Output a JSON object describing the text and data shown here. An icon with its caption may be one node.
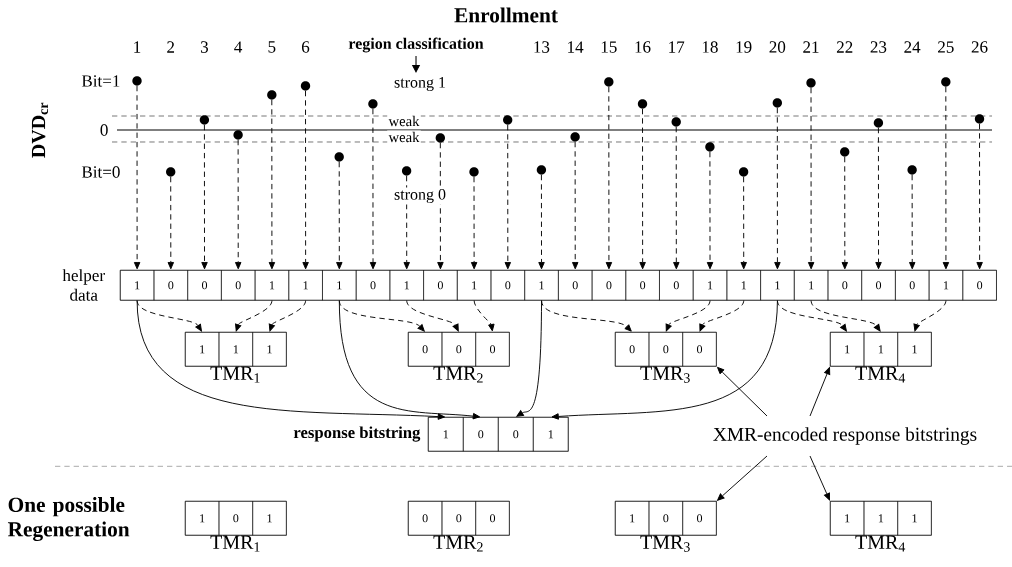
{
  "diagram": {
    "title": "Enrollment",
    "nodes": [
      {
        "text": [],
        "shape": "circle"
      },
      {
        "text": [],
        "shape": "circle"
      },
      {
        "text": [],
        "shape": "circle"
      },
      {
        "text": [],
        "shape": "circle"
      },
      {
        "text": [],
        "shape": "circle"
      },
      {
        "text": [],
        "shape": "circle"
      },
      {
        "text": [],
        "shape": "circle"
      },
      {
        "text": [],
        "shape": "circle"
      },
      {
        "text": [],
        "shape": "circle"
      },
      {
        "text": [],
        "shape": "circle"
      },
      {
        "text": [],
        "shape": "circle"
      },
      {
        "text": [],
        "shape": "circle"
      },
      {
        "text": [],
        "shape": "circle"
      },
      {
        "text": [],
        "shape": "circle"
      },
      {
        "text": [],
        "shape": "circle"
      },
      {
        "text": [],
        "shape": "circle"
      },
      {
        "text": [],
        "shape": "circle"
      },
      {
        "text": [],
        "shape": "circle"
      },
      {
        "text": [],
        "shape": "circle"
      },
      {
        "text": [],
        "shape": "circle"
      },
      {
        "text": [],
        "shape": "circle"
      },
      {
        "text": [],
        "shape": "circle"
      },
      {
        "text": [],
        "shape": "circle"
      },
      {
        "text": [],
        "shape": "circle"
      },
      {
        "text": [],
        "shape": "circle"
      },
      {
        "text": [],
        "shape": "circle"
      },
      {
        "text": [
          "helper data"
        ]
      },
      {
        "text": [
          "1"
        ],
        "in": 26
      },
      {
        "text": [
          "0"
        ],
        "in": 26
      },
      {
        "text": [
          "0"
        ],
        "in": 26
      },
      {
        "text": [
          "0"
        ],
        "in": 26
      },
      {
        "text": [
          "1"
        ],
        "in": 26
      },
      {
        "text": [
          "1"
        ],
        "in": 26
      },
      {
        "text": [
          "1"
        ],
        "in": 26
      },
      {
        "text": [
          "0"
        ],
        "in": 26
      },
      {
        "text": [
          "1"
        ],
        "in": 26
      },
      {
        "text": [
          "0"
        ],
        "in": 26
      },
      {
        "text": [
          "1"
        ],
        "in": 26
      },
      {
        "text": [
          "0"
        ],
        "in": 26
      },
      {
        "text": [
          "1"
        ],
        "in": 26
      },
      {
        "text": [
          "0"
        ],
        "in": 26
      },
      {
        "text": [
          "0"
        ],
        "in": 26
      },
      {
        "text": [
          "0"
        ],
        "in": 26
      },
      {
        "text": [
          "0"
        ],
        "in": 26
      },
      {
        "text": [
          "1"
        ],
        "in": 26
      },
      {
        "text": [
          "1"
        ],
        "in": 26
      },
      {
        "text": [
          "1"
        ],
        "in": 26
      },
      {
        "text": [
          "1"
        ],
        "in": 26
      },
      {
        "text": [
          "0"
        ],
        "in": 26
      },
      {
        "text": [
          "0"
        ],
        "in": 26
      },
      {
        "text": [
          "0"
        ],
        "in": 26
      },
      {
        "text": [
          "1"
        ],
        "in": 26
      },
      {
        "text": [
          "0"
        ],
        "in": 26
      },
      {
        "text": [
          "TMR$_{1}$"
        ]
      },
      {
        "text": [
          "1"
        ],
        "in": 53
      },
      {
        "text": [
          "1"
        ],
        "in": 53
      },
      {
        "text": [
          "1"
        ],
        "in": 53
      },
      {
        "text": [
          "TMR$_{2}$"
        ]
      },
      {
        "text": [
          "0"
        ],
        "in": 57
      },
      {
        "text": [
          "0"
        ],
        "in": 57
      },
      {
        "text": [
          "0"
        ],
        "in": 57
      },
      {
        "text": [
          "TMR$_{3}$"
        ]
      },
      {
        "text": [
          "0"
        ],
        "in": 61
      },
      {
        "text": [
          "0"
        ],
        "in": 61
      },
      {
        "text": [
          "0"
        ],
        "in": 61
      },
      {
        "text": [
          "TMR$_{4}$"
        ]
      },
      {
        "text": [
          "1"
        ],
        "in": 65
      },
      {
        "text": [
          "1"
        ],
        "in": 65
      },
      {
        "text": [
          "1"
        ],
        "in": 65
      },
      {
        "text": [
          "response bitstring"
        ]
      },
      {
        "text": [
          "1"
        ],
        "in": 69
      },
      {
        "text": [
          "0"
        ],
        "in": 69
      },
      {
        "text": [
          "0"
        ],
        "in": 69
      },
      {
        "text": [
          "1"
        ],
        "in": 69
      },
      {
        "text": [
          "XMR-encoded response bitstrings"
        ]
      },
      {
        "text": [
          "TMR$_{1}$"
        ]
      },
      {
        "text": [
          "1"
        ],
        "in": 75
      },
      {
        "text": [
          "0"
        ],
        "in": 75
      },
      {
        "text": [
          "1"
        ],
        "in": 75
      },
      {
        "text": [
          "TMR$_{2}$"
        ]
      },
      {
        "text": [
          "0"
        ],
        "in": 79
      },
      {
        "text": [
          "0"
        ],
        "in": 79
      },
      {
        "text": [
          "0"
        ],
        "in": 79
      },
      {
        "text": [
          "TMR$_{3}$"
        ]
      },
      {
        "text": [
          "1"
        ],
        "in": 83
      },
      {
        "text": [
          "0"
        ],
        "in": 83
      },
      {
        "text": [
          "0"
        ],
        "in": 83
      },
      {
        "text": [
          "TMR$_{4}$"
        ]
      },
      {
        "text": [
          "1"
        ],
        "in": 87
      },
      {
        "text": [
          "1"
        ],
        "in": 87
      },
      {
        "text": [
          "1"
        ],
        "in": 87
      }
    ],
    "edges": [
      {
        "from": 0,
        "to": 27,
        "arrow": "to",
        "style": "dashed"
      },
      {
        "from": 1,
        "to": 28,
        "arrow": "to",
        "style": "dashed"
      },
      {
        "from": 2,
        "to": 29,
        "arrow": "to",
        "style": "dashed"
      },
      {
        "from": 3,
        "to": 30,
        "arrow": "to",
        "style": "dashed"
      },
      {
        "from": 4,
        "to": 31,
        "arrow": "to",
        "style": "dashed"
      },
      {
        "from": 5,
        "to": 32,
        "arrow": "to",
        "style": "dashed"
      },
      {
        "from": 6,
        "to": 33,
        "arrow": "to",
        "style": "dashed"
      },
      {
        "from": 7,
        "to": 34,
        "arrow": "to",
        "style": "dashed"
      },
      {
        "from": 8,
        "to": 35,
        "arrow": "to",
        "style": "dashed"
      },
      {
        "from": 9,
        "to": 36,
        "arrow": "to",
        "style": "dashed"
      },
      {
        "from": 10,
        "to": 37,
        "arrow": "to",
        "style": "dashed"
      },
      {
        "from": 11,
        "to": 38,
        "arrow": "to",
        "style": "dashed"
      },
      {
        "from": 12,
        "to": 39,
        "arrow": "to",
        "style": "dashed"
      },
      {
        "from": 13,
        "to": 40,
        "arrow": "to",
        "style": "dashed"
      },
      {
        "from": 14,
        "to": 41,
        "arrow": "to",
        "style": "dashed"
      },
      {
        "from": 15,
        "to": 42,
        "arrow": "to",
        "style": "dashed"
      },
      {
        "from": 16,
        "to": 43,
        "arrow": "to",
        "style": "dashed"
      },
      {
        "from": 17,
        "to": 44,
        "arrow": "to",
        "style": "dashed"
      },
      {
        "from": 18,
        "to": 45,
        "arrow": "to",
        "style": "dashed"
      },
      {
        "from": 19,
        "to": 46,
        "arrow": "to",
        "style": "dashed"
      },
      {
        "from": 20,
        "to": 47,
        "arrow": "to",
        "style": "dashed"
      },
      {
        "from": 21,
        "to": 48,
        "arrow": "to",
        "style": "dashed"
      },
      {
        "from": 22,
        "to": 49,
        "arrow": "to",
        "style": "dashed"
      },
      {
        "from": 23,
        "to": 50,
        "arrow": "to",
        "style": "dashed"
      },
      {
        "from": 24,
        "to": 51,
        "arrow": "to",
        "style": "dashed"
      },
      {
        "from": 25,
        "to": 52,
        "arrow": "to",
        "style": "dashed"
      },
      {
        "from": 27,
        "to": 54,
        "arrow": "to",
        "style": "dashed"
      },
      {
        "from": 31,
        "to": 55,
        "arrow": "to",
        "style": "dashed"
      },
      {
        "from": 32,
        "to": 56,
        "arrow": "to",
        "style": "dashed"
      },
      {
        "from": 33,
        "to": 58,
        "arrow": "to",
        "style": "dashed"
      },
      {
        "from": 35,
        "to": 59,
        "arrow": "to",
        "style": "dashed"
      },
      {
        "from": 37,
        "to": 60,
        "arrow": "to",
        "style": "dashed"
      },
      {
        "from": 39,
        "to": 62,
        "arrow": "to",
        "style": "dashed"
      },
      {
        "from": 44,
        "to": 63,
        "arrow": "to",
        "style": "dashed"
      },
      {
        "from": 45,
        "to": 64,
        "arrow": "to",
        "style": "dashed"
      },
      {
        "from": 46,
        "to": 66,
        "arrow": "to",
        "style": "dashed"
      },
      {
        "from": 47,
        "to": 67,
        "arrow": "to",
        "style": "dashed"
      },
      {
        "from": 51,
        "to": 68,
        "arrow": "to",
        "style": "dashed"
      },
      {
        "from": 27,
        "to": 70,
        "arrow": "to"
      },
      {
        "from": 33,
        "to": 71,
        "arrow": "to"
      },
      {
        "from": 39,
        "to": 72,
        "arrow": "to"
      },
      {
        "from": 46,
        "to": 73,
        "arrow": "to"
      },
      {
        "from": 74,
        "to": 61,
        "arrow": "to"
      },
      {
        "from": 74,
        "to": 65,
        "arrow": "to"
      },
      {
        "from": 74,
        "to": 83,
        "arrow": "to"
      },
      {
        "from": 74,
        "to": 87,
        "arrow": "to"
      }
    ],
    "labels": [
      "1",
      "2",
      "3",
      "4",
      "5",
      "6",
      "region classification",
      "13",
      "14",
      "15",
      "16",
      "17",
      "18",
      "19",
      "20",
      "21",
      "22",
      "23",
      "24",
      "25",
      "26",
      "Bit=1",
      "strong 1",
      "DVD$_{cr}$",
      "0",
      "weak",
      "weak",
      "Bit=0",
      "strong 0",
      "One possible Regeneration"
    ]
  }
}
